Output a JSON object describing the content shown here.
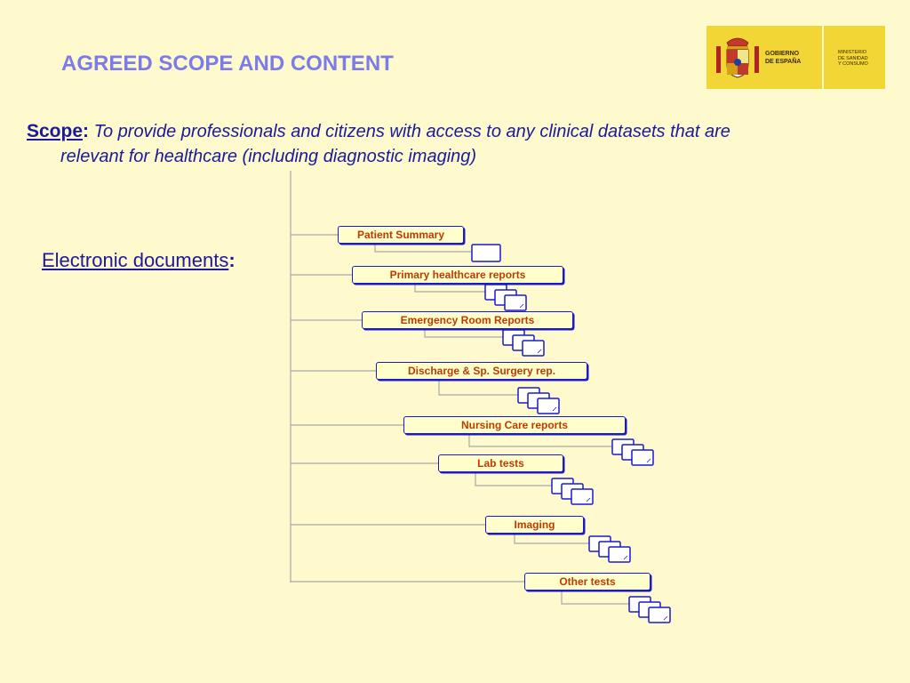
{
  "title": "AGREED SCOPE AND CONTENT",
  "logo": {
    "line1": "GOBIERNO",
    "line2": "DE ESPAÑA",
    "ministry1": "MINISTERIO",
    "ministry2": "DE SANIDAD",
    "ministry3": "Y CONSUMO"
  },
  "scope": {
    "label": "Scope",
    "colon": ":",
    "text_line1": "To provide professionals and citizens with access to any clinical datasets that are",
    "text_line2": "relevant for healthcare (including diagnostic imaging)"
  },
  "edocs": {
    "label": "Electronic documents",
    "colon": ":"
  },
  "documents": [
    {
      "label": "Patient Summary",
      "doc_count": 1
    },
    {
      "label": "Primary healthcare reports",
      "doc_count": 3
    },
    {
      "label": "Emergency Room Reports",
      "doc_count": 3
    },
    {
      "label": "Discharge & Sp. Surgery rep.",
      "doc_count": 3
    },
    {
      "label": "Nursing Care reports",
      "doc_count": 3
    },
    {
      "label": "Lab tests",
      "doc_count": 3
    },
    {
      "label": "Imaging",
      "doc_count": 3
    },
    {
      "label": "Other tests",
      "doc_count": 3
    }
  ],
  "colors": {
    "background": "#fffacd",
    "title": "#7b7bea",
    "text": "#1a1a9a",
    "node_fill": "#ffffcc",
    "node_border": "#1a1acc",
    "node_text": "#c03a00",
    "connector": "#a8a8a8",
    "logo": "#f2d636"
  }
}
